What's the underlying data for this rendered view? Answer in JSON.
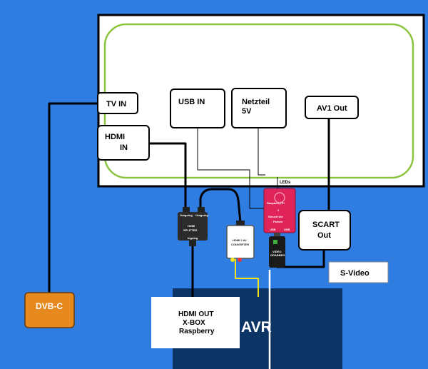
{
  "tv": {
    "tv_in": "TV IN",
    "hdmi_in_line1": "HDMI",
    "hdmi_in_line2": "IN",
    "usb_in": "USB IN",
    "netzteil_line1": "Netzteil",
    "netzteil_line2": "5V",
    "av1_out": "AV1 Out",
    "leds": "LEDs"
  },
  "devices": {
    "dvbc": "DVB-C",
    "splitter_line1": "HDMI",
    "splitter_line2": "SPLITTER",
    "splitter_port_left": "Outgoing",
    "splitter_port_right": "Outgoing",
    "splitter_port_bottom": "Ingoing",
    "converter_line1": "HDMI 2 AV",
    "converter_line2": "CONVERTER",
    "raspberry_line1": "Raspberry Pi",
    "raspberry_number": "2",
    "raspberry_line2": "Steuert die",
    "raspberry_line3": "Farben",
    "raspberry_pin_left": "USB",
    "raspberry_pin_right": "USB",
    "video_grabber_line1": "VIDEO",
    "video_grabber_line2": "GRABBER",
    "scart_line1": "SCART",
    "scart_line2": "Out",
    "svideo": "S-Video",
    "hdmi_out_line1": "HDMI OUT",
    "hdmi_out_line2": "X-BOX",
    "hdmi_out_line3": "Raspberry",
    "avr": "AVR"
  },
  "colors": {
    "background": "#2f7de0",
    "avr_block": "#0c3566",
    "led_strip": "#8bc53f",
    "dvbc": "#e6891f",
    "raspberry": "#e0245a"
  }
}
